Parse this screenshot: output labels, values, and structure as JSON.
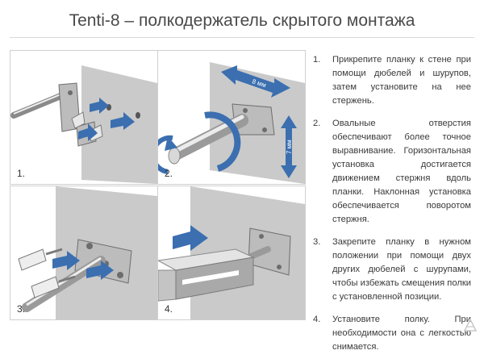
{
  "title": "Tenti-8 – полкодержатель скрытого монтажа",
  "panels": [
    {
      "label": "1."
    },
    {
      "label": "2.",
      "dim_horizontal": "8 мм",
      "dim_vertical": "7 мм"
    },
    {
      "label": "3."
    },
    {
      "label": "4."
    }
  ],
  "steps": [
    {
      "number": "1.",
      "text": "Прикрепите планку к стене при помощи дюбелей и шурупов, затем установите на нее стержень."
    },
    {
      "number": "2.",
      "text": "Овальные отверстия обеспечивают более точное выравнивание. Горизонтальная установка достигается движением стержня вдоль планки. Наклонная установка обеспечивается поворотом стержня."
    },
    {
      "number": "3.",
      "text": "Закрепите планку в нужном положении при помощи двух других дюбелей с шурупами, чтобы избежать смещения полки с установленной позиции."
    },
    {
      "number": "4.",
      "text": "Установите полку. При необходимости она с легкостью снимается."
    }
  ],
  "colors": {
    "arrow": "#3b6fb0",
    "wall": "#c9c9c9",
    "metal": "#b8b8b8",
    "shelf": "#a9a9a9"
  }
}
